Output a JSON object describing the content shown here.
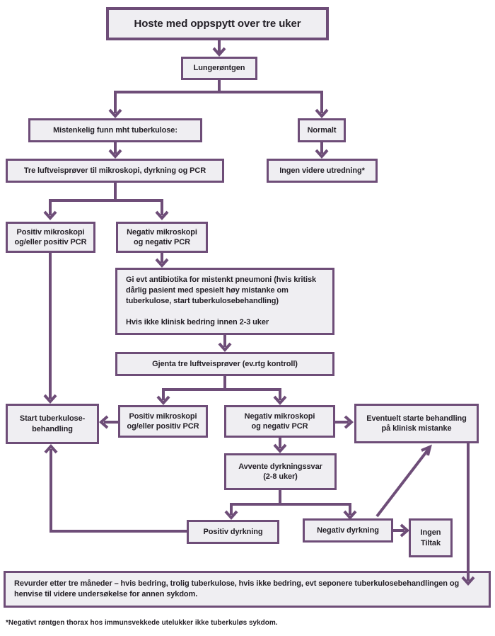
{
  "colors": {
    "line": "#6e4d78",
    "box_fill": "#efeef2",
    "text": "#231f26",
    "background": "#ffffff"
  },
  "nodes": {
    "hoste": "Hoste med oppspytt over tre uker",
    "lungerontgen": "Lungerøntgen",
    "mistenkelig": "Mistenkelig funn mht tuberkulose:",
    "normalt": "Normalt",
    "tre_prover": "Tre luftveisprøver til mikroskopi, dyrkning og PCR",
    "ingen_utredning": "Ingen videre utredning*",
    "positiv_mikroskopi_1": "Positiv mikroskopi\nog/eller positiv PCR",
    "negativ_mikroskopi_1": "Negativ mikroskopi\nog negativ PCR",
    "antibiotika": "Gi evt antibiotika for mistenkt pneumoni (hvis kritisk dårlig pasient med spesielt høy mistanke om tuberkulose, start tuberkulosebehandling)\n\nHvis ikke klinisk bedring innen 2-3 uker",
    "gjenta": "Gjenta tre luftveisprøver (ev.rtg kontroll)",
    "start_behandling": "Start tuberkulose-\nbehandling",
    "positiv_mikroskopi_2": "Positiv mikroskopi\nog/eller positiv PCR",
    "negativ_mikroskopi_2": "Negativ mikroskopi\nog negativ PCR",
    "eventuelt": "Eventuelt starte behandling\npå klinisk mistanke",
    "avvente": "Avvente dyrkningssvar\n(2-8 uker)",
    "positiv_dyrkning": "Positiv dyrkning",
    "negativ_dyrkning": "Negativ dyrkning",
    "ingen_tiltak": "Ingen\nTiltak",
    "revurder": "Revurder etter tre måneder – hvis bedring, trolig tuberkulose, hvis ikke bedring, evt seponere tuberkulosebehandlingen og henvise til videre undersøkelse for annen sykdom."
  },
  "footnote": "*Negativt røntgen thorax hos immunsvekkede utelukker ikke tuberkuløs sykdom."
}
